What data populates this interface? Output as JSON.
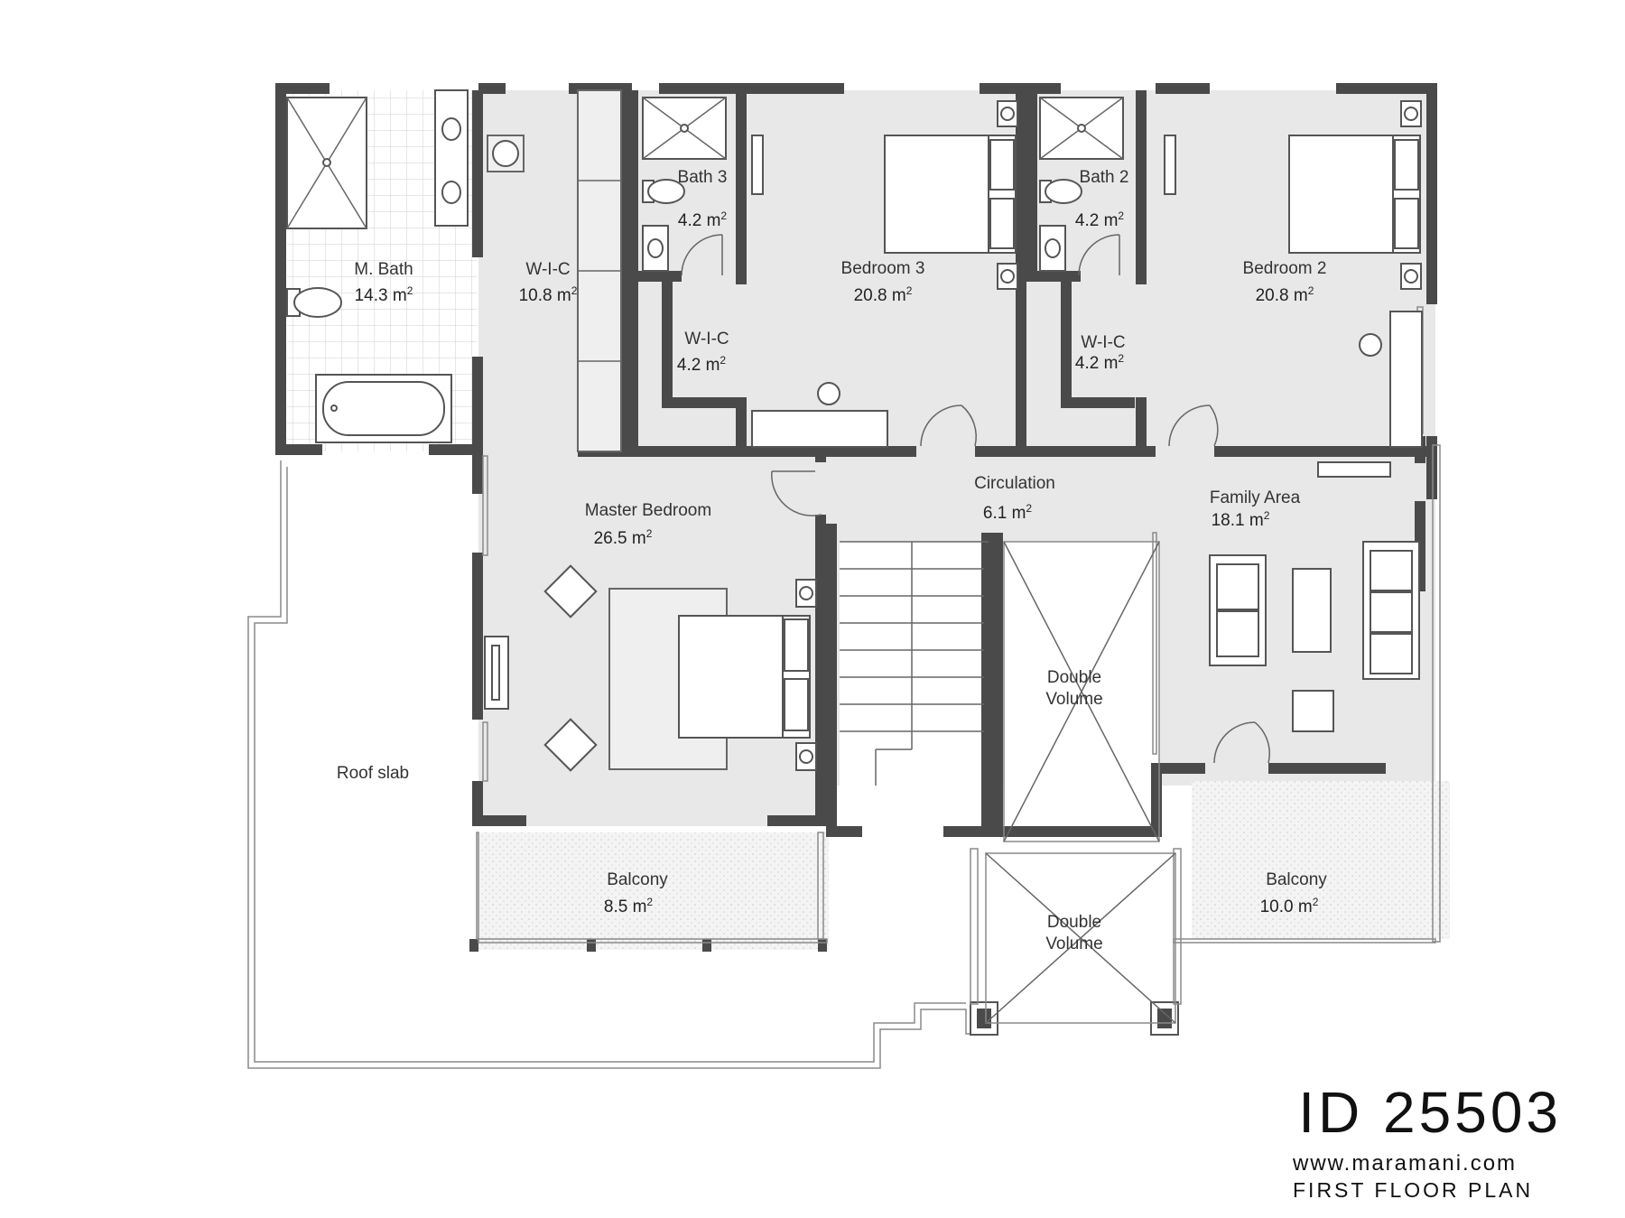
{
  "plan_id": "ID 25503",
  "website": "www.maramani.com",
  "subtitle": "FIRST FLOOR PLAN",
  "rooms": {
    "master_bath": {
      "name": "M. Bath",
      "area": "14.3 m",
      "unit_power": "2"
    },
    "wic_master": {
      "name": "W-I-C",
      "area": "10.8 m",
      "unit_power": "2"
    },
    "bath3": {
      "name": "Bath 3",
      "area": "4.2 m",
      "unit_power": "2"
    },
    "bedroom3": {
      "name": "Bedroom 3",
      "area": "20.8 m",
      "unit_power": "2"
    },
    "wic3": {
      "name": "W-I-C",
      "area": "4.2 m",
      "unit_power": "2"
    },
    "bath2": {
      "name": "Bath 2",
      "area": "4.2 m",
      "unit_power": "2"
    },
    "bedroom2": {
      "name": "Bedroom 2",
      "area": "20.8 m",
      "unit_power": "2"
    },
    "wic2": {
      "name": "W-I-C",
      "area": "4.2 m",
      "unit_power": "2"
    },
    "circulation": {
      "name": "Circulation",
      "area": "6.1 m",
      "unit_power": "2"
    },
    "master_bedroom": {
      "name": "Master Bedroom",
      "area": "26.5 m",
      "unit_power": "2"
    },
    "family_area": {
      "name": "Family Area",
      "area": "18.1 m",
      "unit_power": "2"
    },
    "double_volume_1": {
      "name_line1": "Double",
      "name_line2": "Volume"
    },
    "double_volume_2": {
      "name_line1": "Double",
      "name_line2": "Volume"
    },
    "roof_slab": {
      "name": "Roof slab"
    },
    "balcony_left": {
      "name": "Balcony",
      "area": "8.5 m",
      "unit_power": "2"
    },
    "balcony_right": {
      "name": "Balcony",
      "area": "10.0 m",
      "unit_power": "2"
    }
  }
}
